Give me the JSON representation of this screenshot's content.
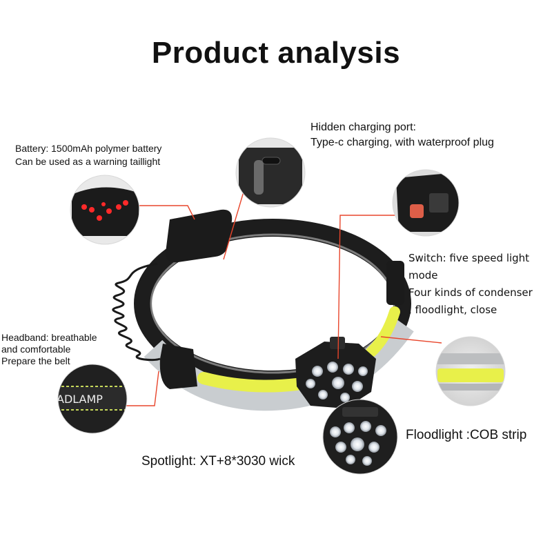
{
  "title": "Product analysis",
  "labels": {
    "charging": "Hidden charging port:\nType-c charging, with waterproof plug",
    "battery": "Battery: 1500mAh polymer battery\nCan be used as a warning taillight",
    "switch": "Switch: five speed light mode\nFour kinds of condenser\n, floodlight, close",
    "headband": "Headband: breathable\n and comfortable\nPrepare the belt",
    "floodlight": "Floodlight :COB strip",
    "spotlight": "Spotlight: XT+8*3030 wick"
  },
  "band_print": "ADLAMP",
  "colors": {
    "leader_line": "#e8452b",
    "cob_yellow": "#e8f04a",
    "taillight_red": "#ff2a2a",
    "body_black": "#1b1b1b"
  }
}
